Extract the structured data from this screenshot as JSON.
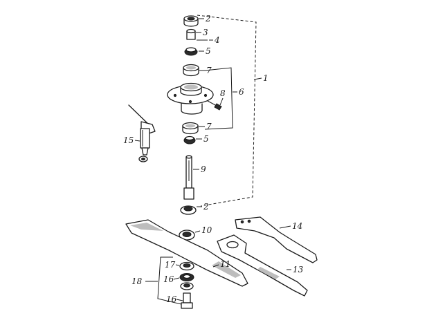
{
  "labels": {
    "l1": "1",
    "l2a": "2",
    "l2b": "2",
    "l3": "3",
    "l4": "4",
    "l5a": "5",
    "l5b": "5",
    "l6": "6",
    "l7a": "7",
    "l7b": "7",
    "l8": "8",
    "l9": "9",
    "l10": "10",
    "l11": "11",
    "l13": "13",
    "l14": "14",
    "l15": "15",
    "l16a": "16",
    "l16b": "16",
    "l17": "17",
    "l18": "18"
  }
}
